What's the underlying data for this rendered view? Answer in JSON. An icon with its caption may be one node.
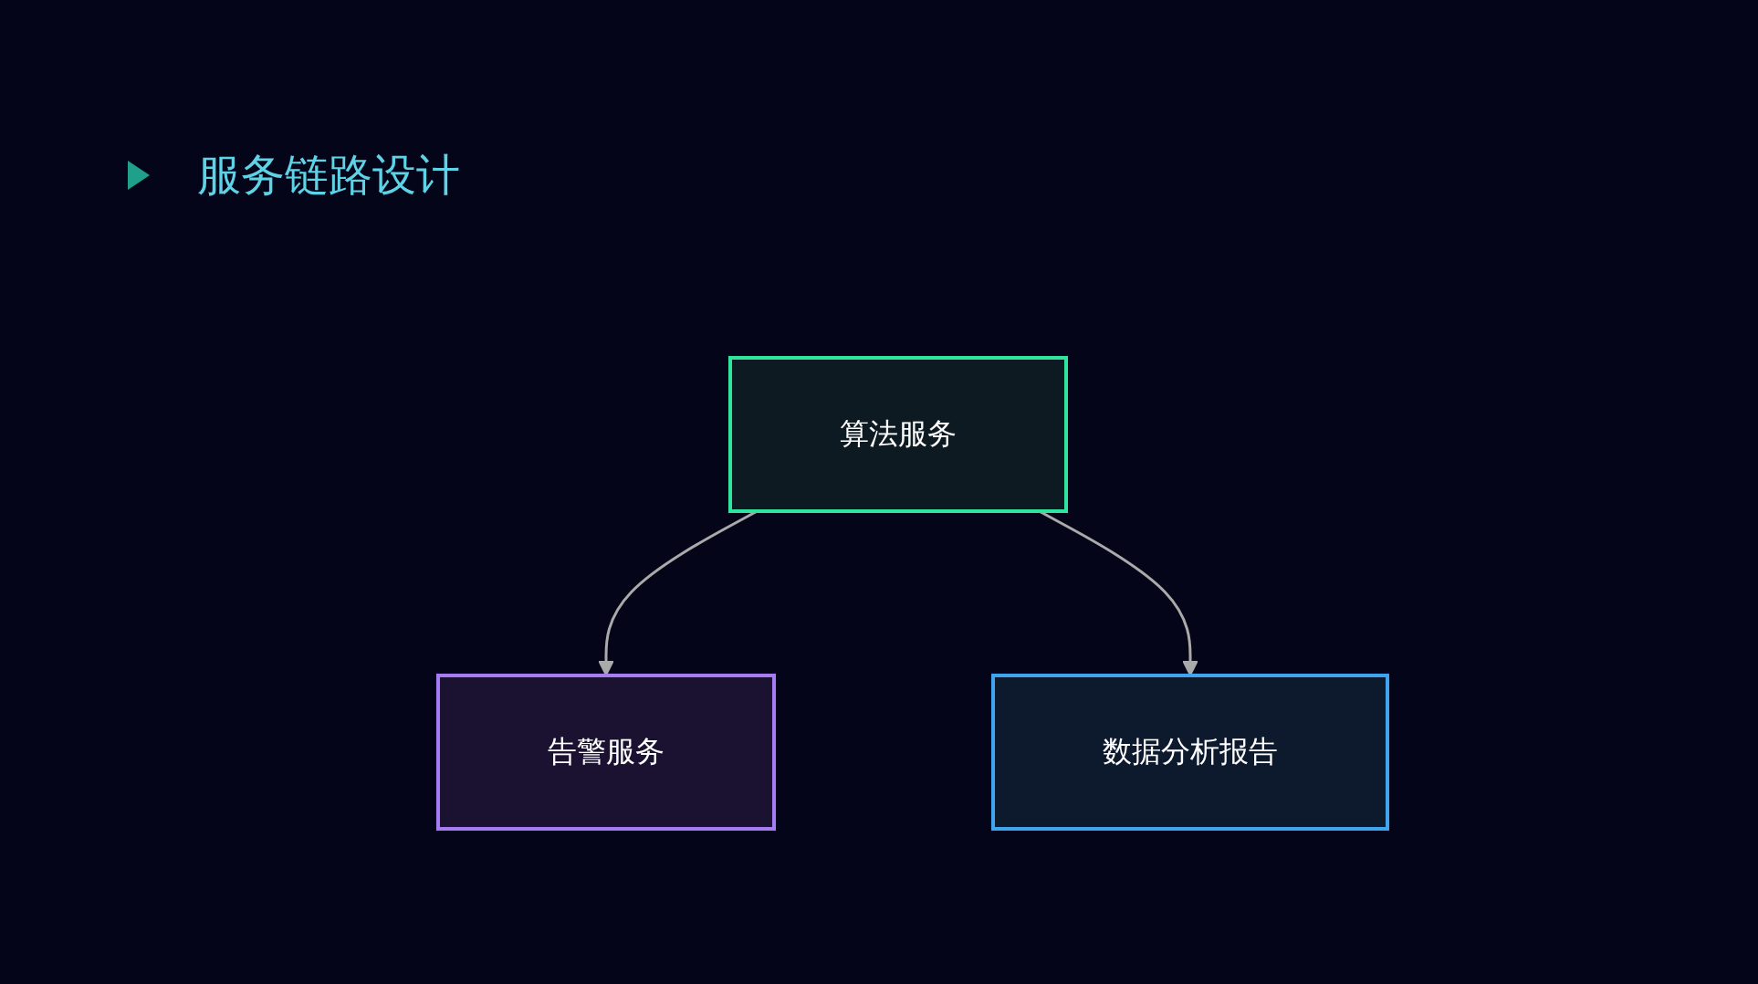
{
  "diagram": {
    "title": "服务链路设计",
    "nodes": [
      {
        "text": [
          "算法服务"
        ]
      },
      {
        "text": [
          "告警服务"
        ]
      },
      {
        "text": [
          "数据分析报告"
        ]
      }
    ],
    "edges": [
      {
        "from": 0,
        "to": 1,
        "arrow": "to"
      },
      {
        "from": 0,
        "to": 2,
        "arrow": "to"
      }
    ]
  }
}
